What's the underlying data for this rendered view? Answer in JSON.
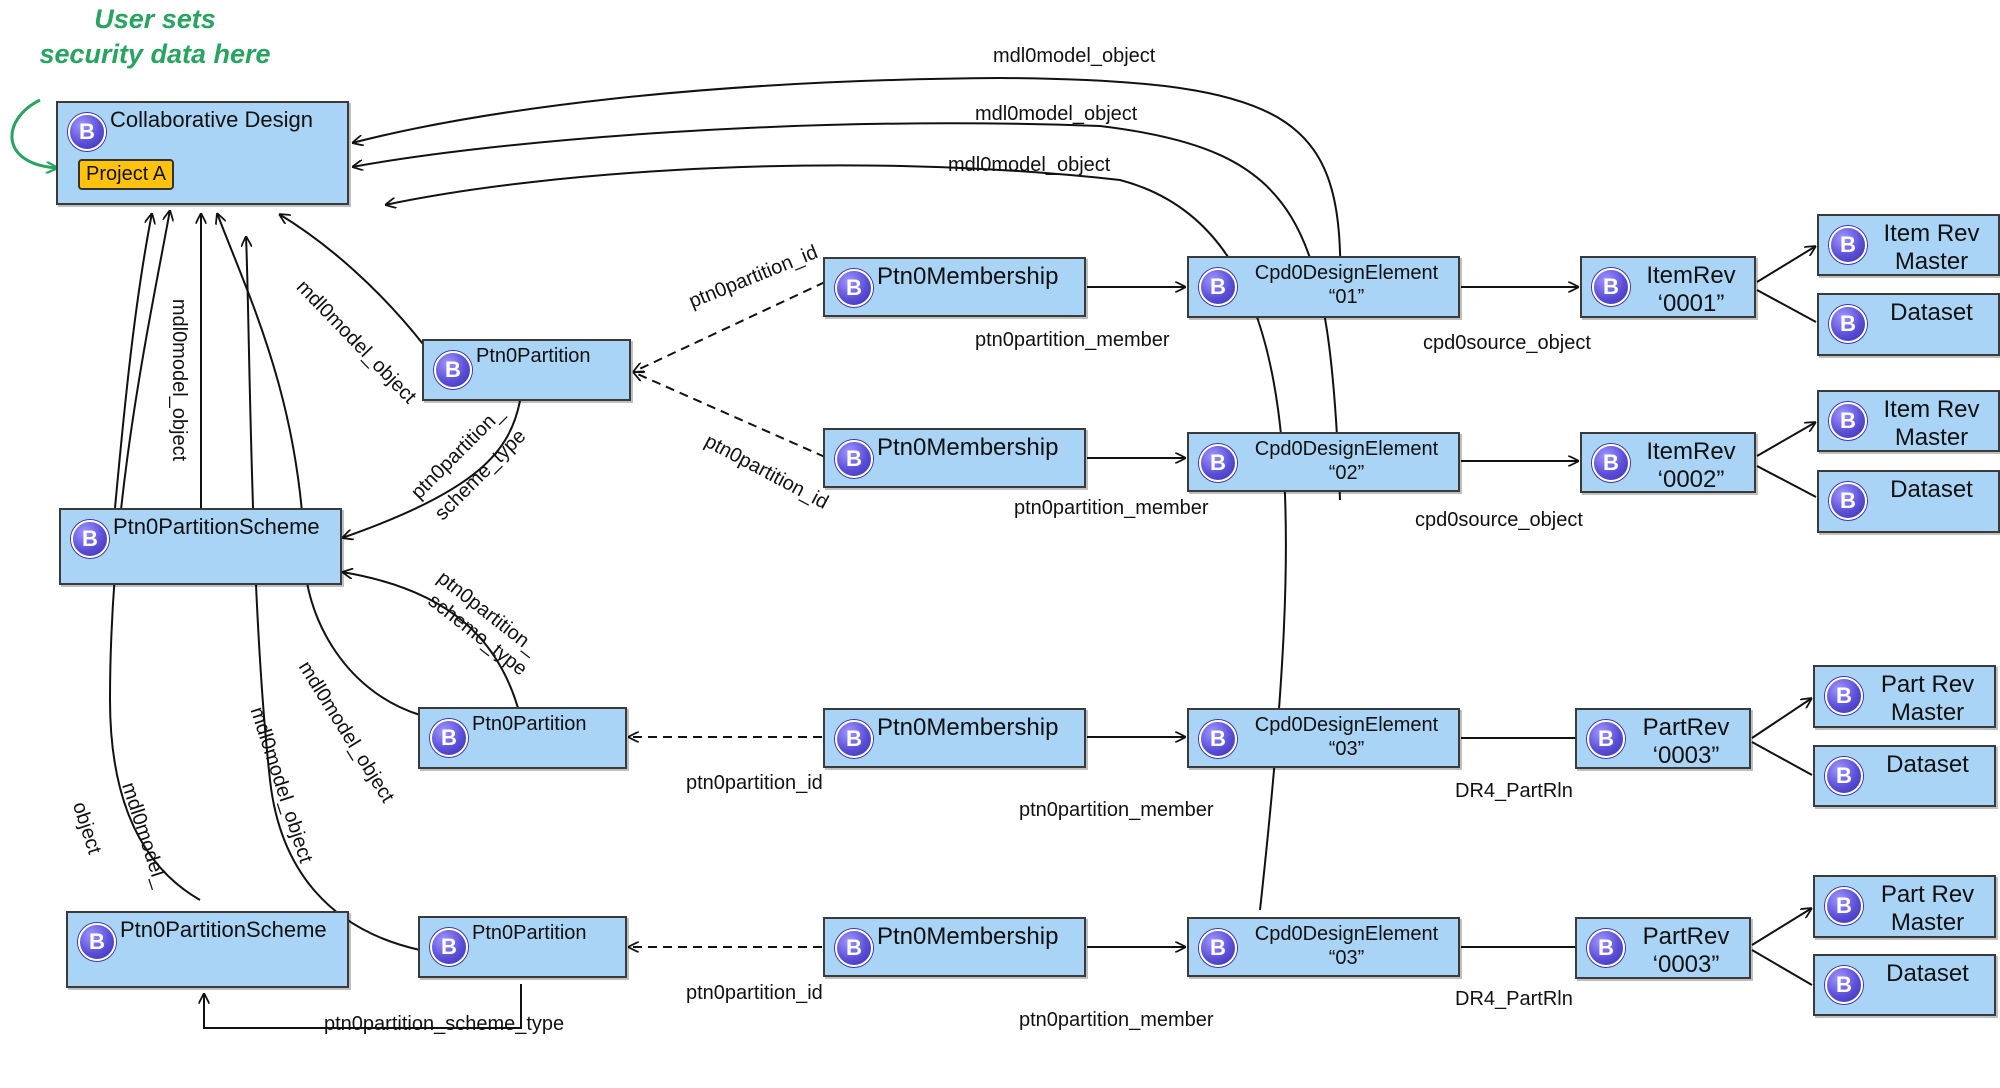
{
  "note": {
    "line1": "User sets",
    "line2": "security data here"
  },
  "colors": {
    "node_fill": "#a9d4f5",
    "badge": "#5b4fd8",
    "project_tag": "#ffc20e",
    "note": "#27a560"
  },
  "badge_letter": "B",
  "nodes": {
    "collab": {
      "line1": "Collaborative  Design",
      "tag": "Project A"
    },
    "partition1": {
      "line1": "Ptn0Partition"
    },
    "scheme1": {
      "line1": "Ptn0PartitionScheme"
    },
    "partition2": {
      "line1": "Ptn0Partition"
    },
    "scheme2": {
      "line1": "Ptn0PartitionScheme"
    },
    "partition3": {
      "line1": "Ptn0Partition"
    },
    "membership1": {
      "line1": "Ptn0Membership"
    },
    "membership2": {
      "line1": "Ptn0Membership"
    },
    "membership3": {
      "line1": "Ptn0Membership"
    },
    "membership4": {
      "line1": "Ptn0Membership"
    },
    "de1": {
      "line1": "Cpd0DesignElement",
      "line2": "“01”"
    },
    "de2": {
      "line1": "Cpd0DesignElement",
      "line2": "“02”"
    },
    "de3": {
      "line1": "Cpd0DesignElement",
      "line2": "“03”"
    },
    "de4": {
      "line1": "Cpd0DesignElement",
      "line2": "“03”"
    },
    "itemrev1": {
      "line1": "ItemRev",
      "line2": "‘0001”"
    },
    "itemrev2": {
      "line1": "ItemRev",
      "line2": "‘0002”"
    },
    "partrev1": {
      "line1": "PartRev",
      "line2": "‘0003”"
    },
    "partrev2": {
      "line1": "PartRev",
      "line2": "‘0003”"
    },
    "master1": {
      "line1": "Item Rev",
      "line2": "Master"
    },
    "dataset1": {
      "line1": "Dataset"
    },
    "master2": {
      "line1": "Item Rev",
      "line2": "Master"
    },
    "dataset2": {
      "line1": "Dataset"
    },
    "master3": {
      "line1": "Part Rev",
      "line2": "Master"
    },
    "dataset3": {
      "line1": "Dataset"
    },
    "master4": {
      "line1": "Part Rev",
      "line2": "Master"
    },
    "dataset4": {
      "line1": "Dataset"
    }
  },
  "edge_labels": {
    "mdl_top1": "mdl0model_object",
    "mdl_top2": "mdl0model_object",
    "mdl_top3": "mdl0model_object",
    "mdl_p1": "mdl0model_object",
    "mdl_s1": "mdl0model_object",
    "mdl_p2": "mdl0model_object",
    "mdl_p3": "mdl0model_object",
    "mdl_s2a": "mdl0model_",
    "mdl_s2b": "object",
    "pid1": "ptn0partition_id",
    "pid2": "ptn0partition_id",
    "pid3": "ptn0partition_id",
    "pid4": "ptn0partition_id",
    "pst1a": "ptn0partition_",
    "pst1b": "scheme_type",
    "pst2a": "ptn0partition_",
    "pst2b": "scheme_type",
    "pst3": "ptn0partition_scheme_type",
    "pm1": "ptn0partition_member",
    "pm2": "ptn0partition_member",
    "pm3": "ptn0partition_member",
    "pm4": "ptn0partition_member",
    "cso1": "cpd0source_object",
    "cso2": "cpd0source_object",
    "dr1": "DR4_PartRln",
    "dr2": "DR4_PartRln"
  }
}
